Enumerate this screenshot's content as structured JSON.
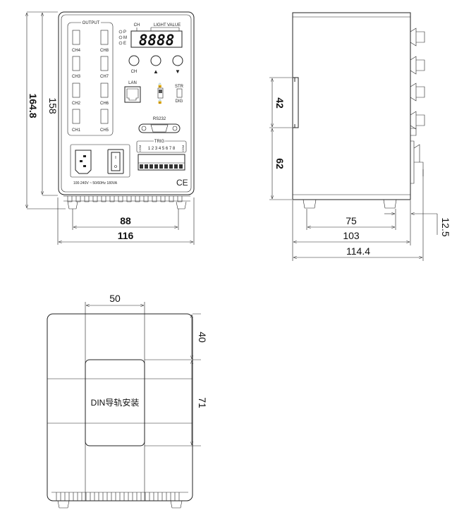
{
  "front_view": {
    "output_label": "OUTPUT",
    "channels": [
      "CH4",
      "CH8",
      "CH3",
      "CH7",
      "CH2",
      "CH6",
      "CH1",
      "CH5"
    ],
    "indicators": [
      "P",
      "M",
      "E"
    ],
    "display_labels": {
      "ch": "CH",
      "light": "LIGHT",
      "value": "VALUE"
    },
    "display_value": "8888",
    "buttons": [
      "CH",
      "▲",
      "▼"
    ],
    "lan_label": "LAN",
    "switch_labels": {
      "top": "STR",
      "bottom": "DIG"
    },
    "rs232_label": "RS232",
    "trig_label": "TRIG",
    "trig_pins": "1 2 3 4 5 6 7 8",
    "com_label": "COM",
    "power_rating": "100-240V ~ 50/60Hz 180VA",
    "ce_mark": "CE",
    "dims": {
      "height_inner": "158",
      "height_outer": "164.8",
      "width_feet": "88",
      "width": "116"
    }
  },
  "side_view": {
    "dims": {
      "rail_width": "42",
      "rail_offset": "62",
      "feet_spacing": "75",
      "depth": "103",
      "depth_total": "114.4",
      "protrusion": "12.5"
    }
  },
  "bottom_view": {
    "label": "DIN导轨安装",
    "dims": {
      "rail_clip_width": "50",
      "rail_offset": "40",
      "rail_length": "71"
    }
  }
}
